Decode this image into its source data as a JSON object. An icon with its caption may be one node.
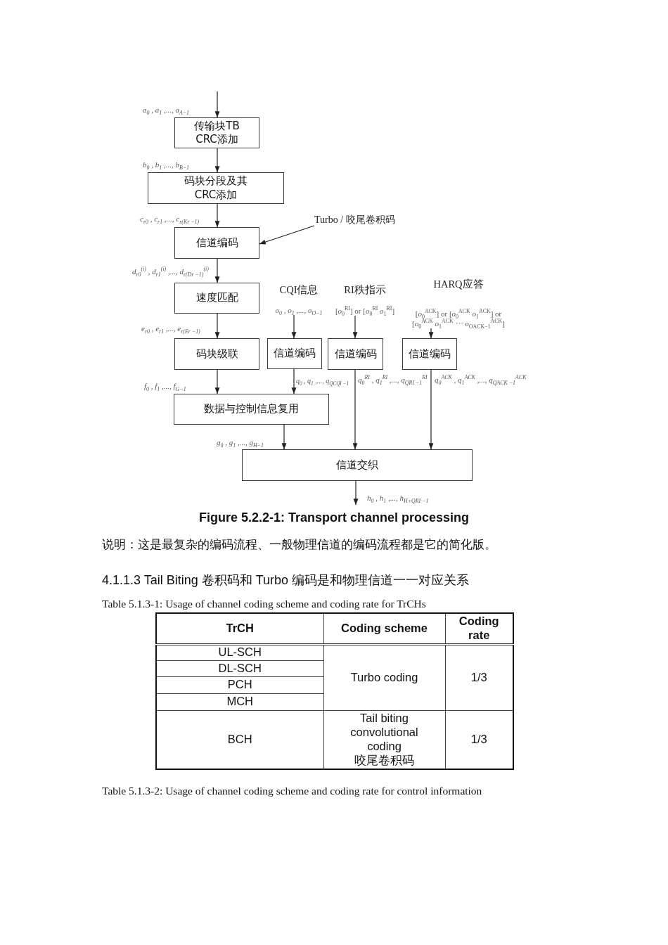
{
  "diagram": {
    "caption": "Figure 5.2.2-1: Transport channel processing",
    "nodes": [
      {
        "text": [
          "传输块TB CRC添加"
        ]
      },
      {
        "text": [
          "码块分段及其CRC添加"
        ]
      },
      {
        "text": [
          "Turbo / 咬尾卷积码"
        ]
      },
      {
        "text": [
          "信道编码"
        ]
      },
      {
        "text": [
          "速度匹配"
        ]
      },
      {
        "text": [
          "CQI信息",
          "o$_{0}$ , o$_{1}$ ,..., o$_{O−1}$"
        ]
      },
      {
        "text": [
          "RI秩指示",
          "[*o*$_{0}$$^{RI}$] or [*o*$_{0}$$^{RI}$ *o*$_{1}$$^{RI}$]"
        ]
      },
      {
        "text": [
          "HARQ应答",
          "[*o*$_{0}$$^{ACK}$] or [*o*$_{0}$$^{ACK}$ *o*$_{1}$$^{ACK}$] or [*o*$_{0}$$^{ACK}$ *o*$_{1}$$^{ACK}$ ⋯ *o*$_{OACK−1}$$^{ACK}$]"
        ]
      },
      {
        "text": [
          "码块级联"
        ]
      },
      {
        "text": [
          "信道编码"
        ]
      },
      {
        "text": [
          "信道编码"
        ]
      },
      {
        "text": [
          "信道编码"
        ]
      },
      {
        "text": [
          "数据与控制信息复用"
        ]
      },
      {
        "text": [
          "信道交织"
        ]
      }
    ],
    "edges": [
      {
        "from": null,
        "to": 0,
        "arrow": "to",
        "label": "a$_{0}$ , a$_{1}$ ,..., a$_{A−1}$"
      },
      {
        "from": 0,
        "to": 1,
        "arrow": "to",
        "label": "b$_{0}$ , b$_{1}$ ,..., b$_{B−1}$"
      },
      {
        "from": 1,
        "to": 3,
        "arrow": "to",
        "label": "c$_{r0}$ , c$_{r1}$ ,..., c$_{r(Kr −1)}$"
      },
      {
        "from": 2,
        "to": 3,
        "arrow": "to"
      },
      {
        "from": 3,
        "to": 4,
        "arrow": "to",
        "label": "d$_{r0}$$^{(i)}$ , d$_{r1}$$^{(i)}$ ,..., d$_{r(Dr −1)}$$^{(i)}$"
      },
      {
        "from": 4,
        "to": 8,
        "arrow": "to",
        "label": "e$_{r0}$ , e$_{r1}$ ,..., e$_{r(Er −1)}$"
      },
      {
        "from": 8,
        "to": 12,
        "arrow": "to",
        "label": "f$_{0}$ , f$_{1}$ ,..., f$_{G−1}$"
      },
      {
        "from": 5,
        "to": 9,
        "arrow": "to"
      },
      {
        "from": 9,
        "to": 12,
        "arrow": "to",
        "label": "q$_{0}$ , q$_{1}$ ,..., q$_{QCQI −1}$"
      },
      {
        "from": 6,
        "to": 10,
        "arrow": "to"
      },
      {
        "from": 10,
        "to": 13,
        "arrow": "to",
        "label": "q$_{0}$$^{RI}$ , q$_{1}$$^{RI}$ ,..., q$_{QRI −1}$$^{RI}$"
      },
      {
        "from": 7,
        "to": 11,
        "arrow": "to"
      },
      {
        "from": 11,
        "to": 13,
        "arrow": "to",
        "label": "q$_{0}$$^{ACK}$ , q$_{1}$$^{ACK}$ ,..., q$_{QACK −1}$$^{ACK}$"
      },
      {
        "from": 12,
        "to": 13,
        "arrow": "to",
        "label": "g$_{0}$ , g$_{1}$ ,..., g$_{H−1}$"
      },
      {
        "from": 13,
        "to": null,
        "arrow": "to",
        "label": "h$_{0}$ , h$_{1}$ ,..., h$_{H+QRI −1}$"
      }
    ],
    "labels": [
      "说明：这是最复杂的编码流程、一般物理信道的编码流程都是它的简化版。",
      "4.1.1.3 Tail Biting 卷积码和 Turbo 编码是和物理信道一一对应关系",
      "Table 5.1.3-1: Usage of channel coding scheme and coding rate for TrCHs",
      "TrCH",
      "Coding scheme",
      "Coding rate",
      "UL-SCH",
      "Turbo coding",
      "1/3",
      "DL-SCH",
      "PCH",
      "MCH",
      "BCH",
      "Tail biting convolutional coding",
      "咬尾卷积码",
      "1/3",
      "Table 5.1.3-2: Usage of channel coding scheme and coding rate for control information"
    ]
  }
}
